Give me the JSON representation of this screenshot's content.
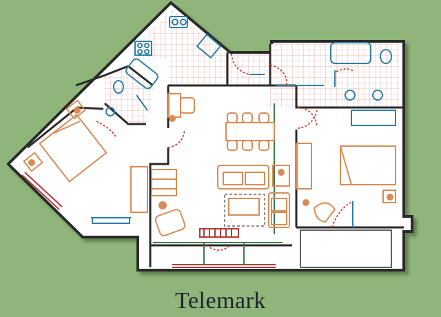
{
  "plan": {
    "title": "Telemark",
    "colors": {
      "background": "#8fb57a",
      "floor": "#ffffff",
      "wall": "#2a2a2a",
      "furniture": "#d98b55",
      "fixture": "#2c7fa6",
      "door": "#d23a2a",
      "tile_grid": "#e6a7a0",
      "window_rail": "#b23a3a",
      "counter": "#3e7a4a"
    },
    "rooms": [
      "kitchen",
      "bathroom-1",
      "bedroom-1",
      "living-room",
      "dining-area",
      "bathroom-2",
      "bedroom-2",
      "balcony"
    ],
    "icons": [
      "bed-icon",
      "sofa-icon",
      "dining-table-icon",
      "desk-icon",
      "armchair-icon",
      "fireplace-icon",
      "bathtub-icon",
      "toilet-icon",
      "sink-icon"
    ]
  }
}
